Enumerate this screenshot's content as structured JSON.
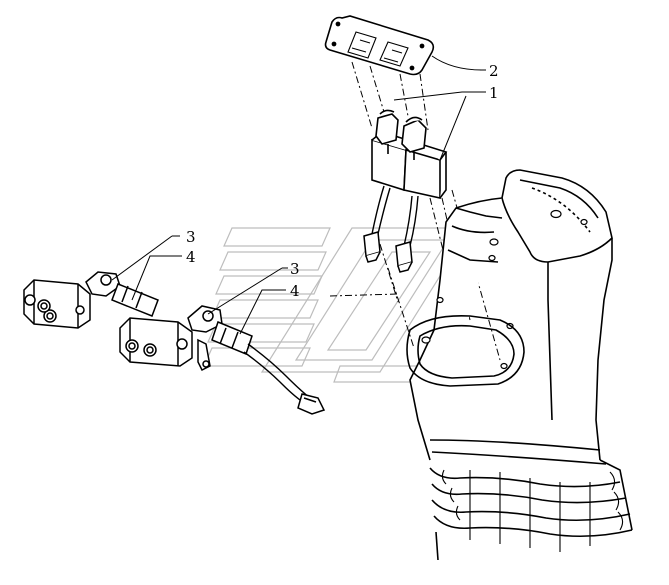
{
  "callouts": {
    "c2": "2",
    "c1": "1",
    "c3a": "3",
    "c4a": "4",
    "c3b": "3",
    "c4b": "4"
  },
  "colors": {
    "ink": "#000000",
    "paper": "#ffffff",
    "watermark": "#bdbdbd"
  }
}
